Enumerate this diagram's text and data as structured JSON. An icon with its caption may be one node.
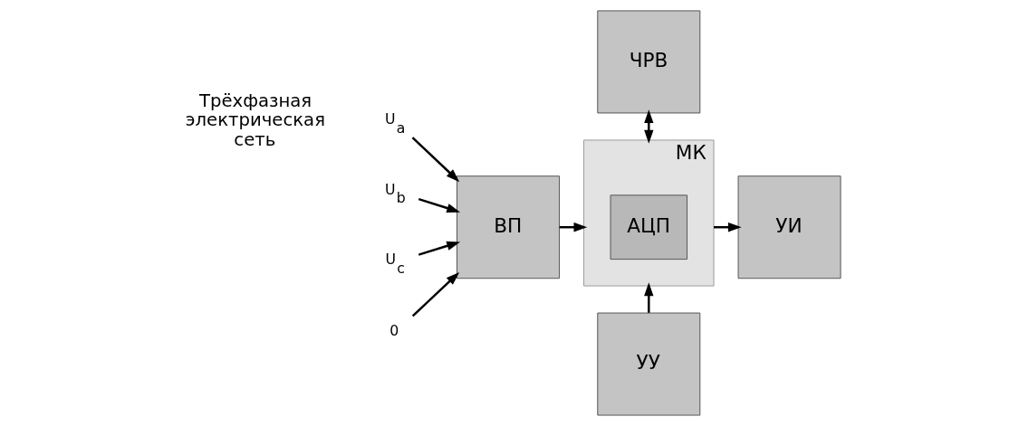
{
  "diagram": {
    "nodes": [
      {
        "text": [
          "ЧРВ"
        ]
      },
      {
        "text": [
          "U$_{a}$"
        ]
      },
      {
        "text": [
          "U$_{b}$"
        ]
      },
      {
        "text": [
          "U$_{c}$"
        ]
      },
      {
        "text": [
          "0"
        ]
      },
      {
        "text": [
          "ВП"
        ]
      },
      {
        "text": [
          "МК"
        ]
      },
      {
        "text": [
          "АЦП"
        ],
        "in": 6
      },
      {
        "text": [
          "УИ"
        ]
      },
      {
        "text": [
          "УУ"
        ]
      }
    ],
    "edges": [
      {
        "from": 1,
        "to": 5,
        "arrow": "to"
      },
      {
        "from": 2,
        "to": 5,
        "arrow": "to"
      },
      {
        "from": 3,
        "to": 5,
        "arrow": "to"
      },
      {
        "from": 4,
        "to": 5,
        "arrow": "to"
      },
      {
        "from": 5,
        "to": 6,
        "arrow": "to"
      },
      {
        "from": 6,
        "to": 0,
        "arrow": "both"
      },
      {
        "from": 6,
        "to": 8,
        "arrow": "to"
      },
      {
        "from": 9,
        "to": 6,
        "arrow": "to"
      }
    ],
    "labels": [
      "Трёхфазная электрическая сеть"
    ]
  }
}
